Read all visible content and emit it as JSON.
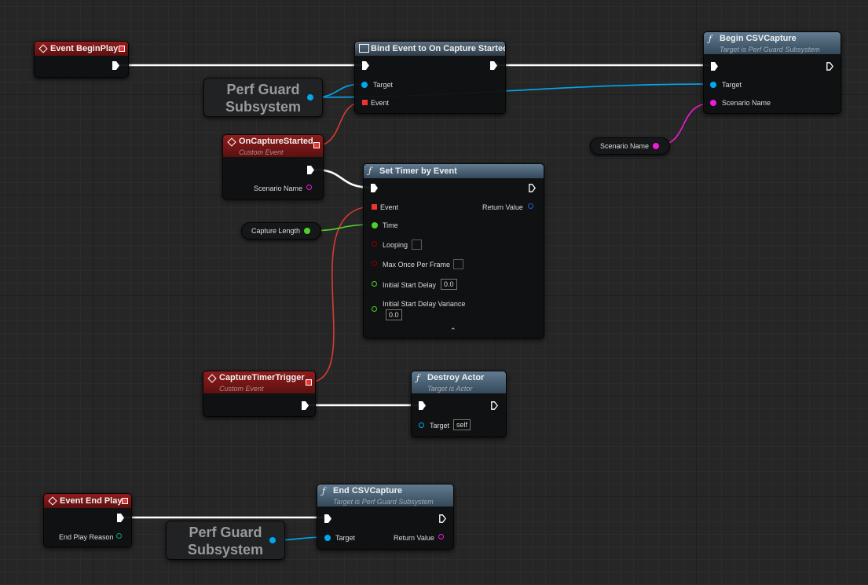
{
  "nodes": {
    "event_begin_play": {
      "title": "Event BeginPlay"
    },
    "bind_event": {
      "title": "Bind Event to On Capture Started",
      "target_label": "Target",
      "event_label": "Event"
    },
    "begin_csv": {
      "title": "Begin CSVCapture",
      "subtitle": "Target is Perf Guard Subsystem",
      "target_label": "Target",
      "scenario_label": "Scenario Name"
    },
    "perf_guard_1": {
      "title_line1": "Perf Guard",
      "title_line2": "Subsystem"
    },
    "on_capture_started": {
      "title": "OnCaptureStarted",
      "subtitle": "Custom Event",
      "scenario_label": "Scenario Name"
    },
    "scenario_getter": {
      "label": "Scenario Name"
    },
    "set_timer": {
      "title": "Set Timer by Event",
      "event_label": "Event",
      "return_label": "Return Value",
      "time_label": "Time",
      "looping_label": "Looping",
      "max_once_label": "Max Once Per Frame",
      "delay_label": "Initial Start Delay",
      "delay_value": "0.0",
      "variance_label": "Initial Start Delay Variance",
      "variance_value": "0.0"
    },
    "capture_length": {
      "label": "Capture Length"
    },
    "capture_timer_trigger": {
      "title": "CaptureTimerTrigger",
      "subtitle": "Custom Event"
    },
    "destroy_actor": {
      "title": "Destroy Actor",
      "subtitle": "Target is Actor",
      "target_label": "Target",
      "target_value": "self"
    },
    "event_end_play": {
      "title": "Event End Play",
      "reason_label": "End Play Reason"
    },
    "perf_guard_2": {
      "title_line1": "Perf Guard",
      "title_line2": "Subsystem"
    },
    "end_csv": {
      "title": "End CSVCapture",
      "subtitle": "Target is Perf Guard Subsystem",
      "target_label": "Target",
      "return_label": "Return Value"
    }
  },
  "icons": {
    "event": "diamond-event-icon",
    "function": "function-f-icon",
    "delegate": "delegate-square-icon",
    "bind": "bind-event-icon",
    "expand": "chevron-up-icon"
  },
  "colors": {
    "exec": "#ffffff",
    "object": "#00a8f0",
    "string": "#f21ad6",
    "float": "#4fd12b",
    "bool": "#8c0000",
    "enum": "#0aa578",
    "delegate": "#e33333",
    "event_header": "#8f1d1d",
    "function_header": "#617b91"
  }
}
